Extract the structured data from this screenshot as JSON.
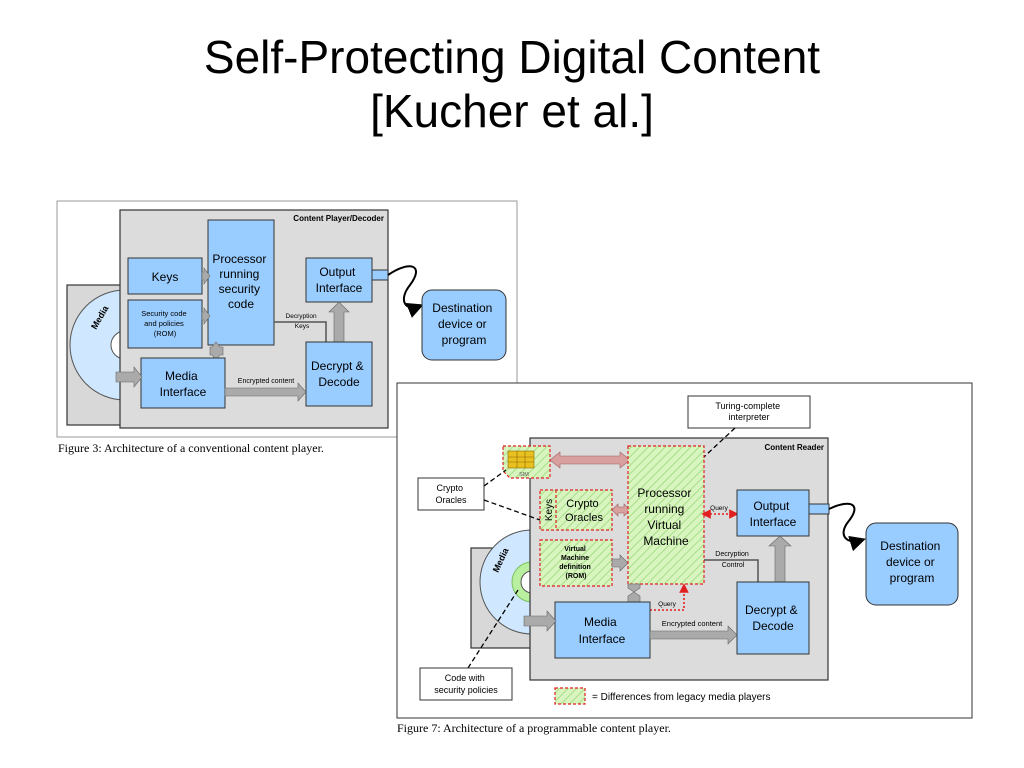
{
  "slide": {
    "title_line1": "Self-Protecting Digital Content",
    "title_line2": "[Kucher et al.]"
  },
  "figure3": {
    "container_label": "Content Player/Decoder",
    "keys": "Keys",
    "security_code": [
      "Security code",
      "and policies",
      "(ROM)"
    ],
    "processor": [
      "Processor",
      "running",
      "security",
      "code"
    ],
    "output": [
      "Output",
      "Interface"
    ],
    "destination": [
      "Destination",
      "device or",
      "program"
    ],
    "decryption_keys": [
      "Decryption",
      "Keys"
    ],
    "decrypt": [
      "Decrypt &",
      "Decode"
    ],
    "media_interface": [
      "Media",
      "Interface"
    ],
    "encrypted": "Encrypted content",
    "media": "Media",
    "caption": "Figure 3: Architecture of a conventional content player."
  },
  "figure7": {
    "container_label": "Content Reader",
    "turing": [
      "Turing-complete",
      "interpreter"
    ],
    "sim": "SIM",
    "crypto_oracles_callout": [
      "Crypto",
      "Oracles"
    ],
    "keys": "Keys",
    "crypto_oracles": [
      "Crypto",
      "Oracles"
    ],
    "processor": [
      "Processor",
      "running",
      "Virtual",
      "Machine"
    ],
    "query": "Query",
    "output": [
      "Output",
      "Interface"
    ],
    "destination": [
      "Destination",
      "device or",
      "program"
    ],
    "vm_definition": [
      "Virtual",
      "Machine",
      "definition",
      "(ROM)"
    ],
    "decryption_control": [
      "Decryption",
      "Control"
    ],
    "decrypt": [
      "Decrypt &",
      "Decode"
    ],
    "query2": "Query",
    "media_interface": [
      "Media",
      "Interface"
    ],
    "encrypted": "Encrypted content",
    "media": "Media",
    "code_callout": [
      "Code with",
      "security policies"
    ],
    "legend": "=  Differences from legacy media players",
    "caption": "Figure 7: Architecture of a programmable content player."
  },
  "colors": {
    "blue_box": "#99ccff",
    "gray_panel": "#e0e0e0",
    "green_hatch": "#ccf0b0",
    "red_dash": "#e02020"
  }
}
